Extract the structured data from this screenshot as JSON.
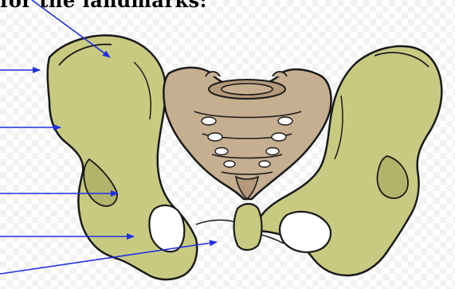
{
  "heading": "for the landmarks:",
  "colors": {
    "bone": "#c9ca82",
    "bone_shade": "#b3b46c",
    "sacrum": "#c6ae90",
    "sacrum_shade": "#b49a7a",
    "outline": "#1a1a1a",
    "arrow": "#1f2fe0",
    "foramen": "#ffffff"
  },
  "pointers": [
    {
      "name": "pointer-arrow-1",
      "target": "iliac-wing"
    },
    {
      "name": "pointer-arrow-2",
      "target": "iliac-crest"
    },
    {
      "name": "pointer-arrow-3",
      "target": "anterior-iliac-spine"
    },
    {
      "name": "pointer-arrow-4",
      "target": "acetabulum"
    },
    {
      "name": "pointer-arrow-5",
      "target": "pubic-region"
    },
    {
      "name": "pointer-arrow-6",
      "target": "ischial-region"
    }
  ]
}
